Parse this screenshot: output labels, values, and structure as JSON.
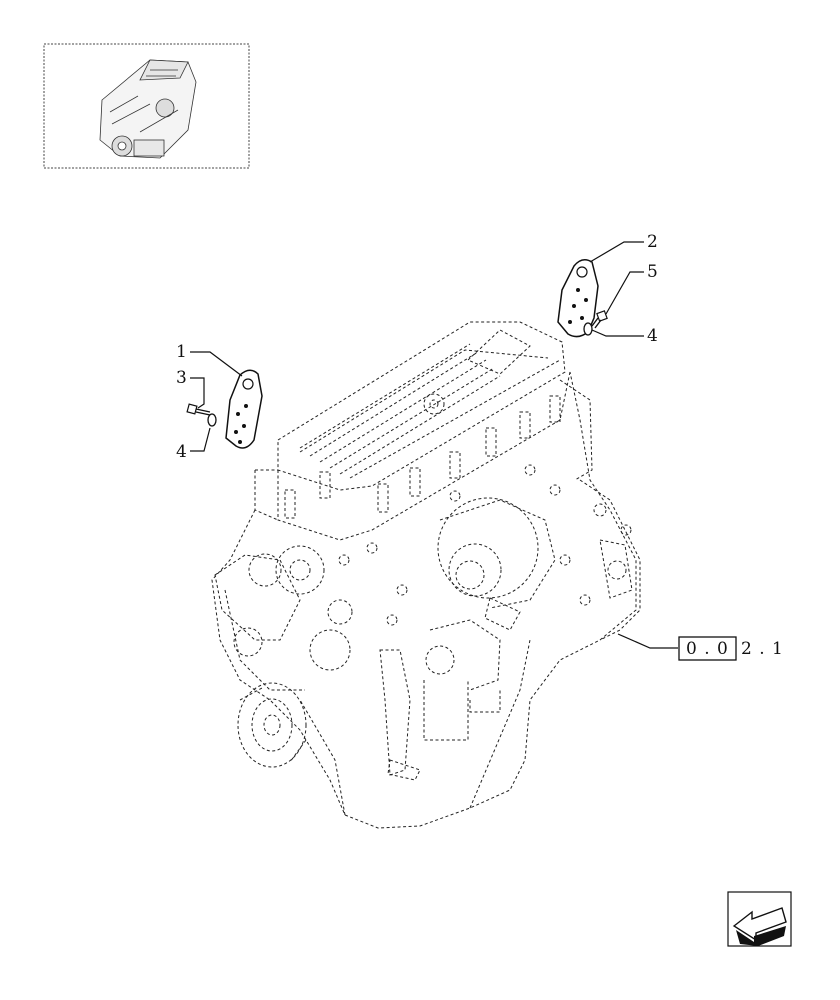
{
  "callouts": {
    "c1": "1",
    "c2": "2",
    "c3": "3",
    "c4_left": "4",
    "c4_right": "4",
    "c5": "5"
  },
  "reference": {
    "boxed": "0 . 0",
    "suffix": "2 . 1"
  },
  "icons": {
    "nav": "next-page-arrow-icon",
    "thumbnail": "engine-thumbnail-icon"
  }
}
